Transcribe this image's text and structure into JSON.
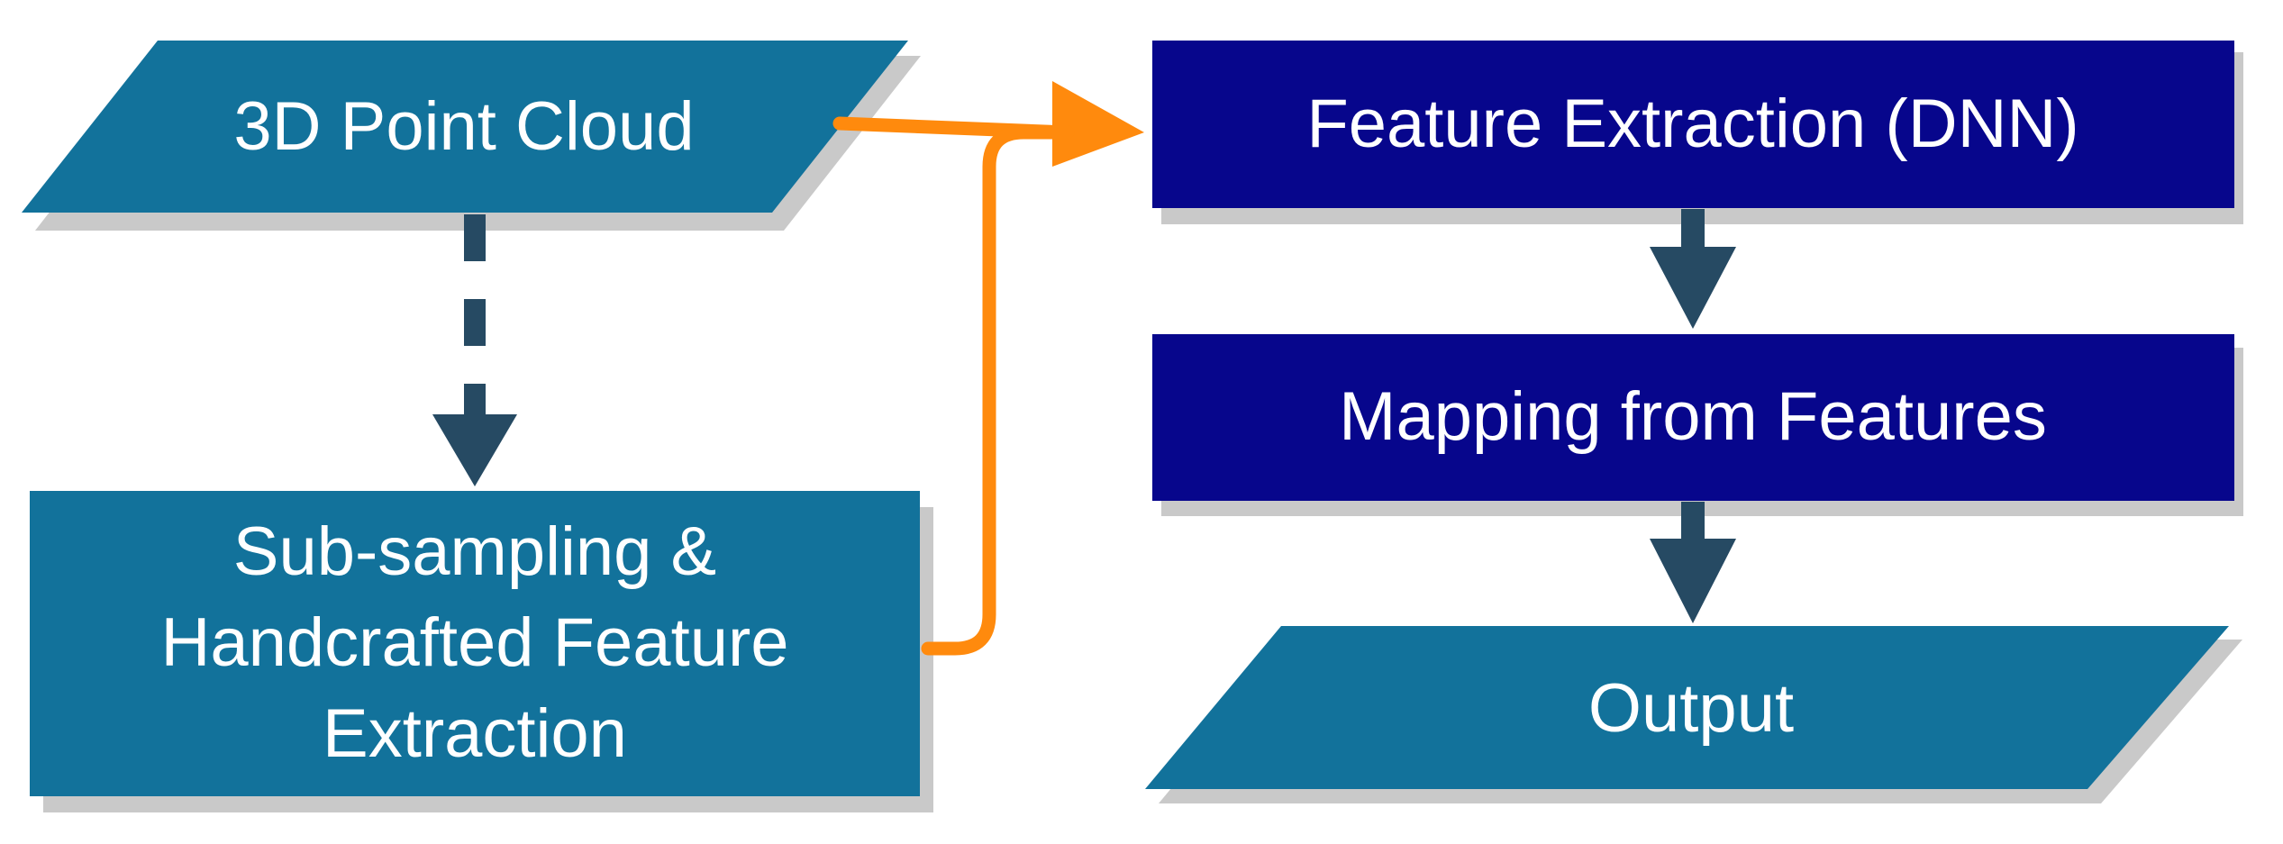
{
  "nodes": {
    "point_cloud": {
      "label": "3D Point Cloud"
    },
    "subsampling": {
      "lines": [
        "Sub-sampling &",
        "Handcrafted Feature",
        "Extraction"
      ]
    },
    "feature_extraction": {
      "label": "Feature Extraction (DNN)"
    },
    "mapping": {
      "label": "Mapping from Features"
    },
    "output": {
      "label": "Output"
    }
  },
  "colors": {
    "teal_box": "#12729B",
    "navy_box": "#07068C",
    "shadow": "#C9C9C9",
    "dark_arrow": "#264A63",
    "orange_arrow": "#FF8A0D",
    "text": "#FFFFFF"
  }
}
